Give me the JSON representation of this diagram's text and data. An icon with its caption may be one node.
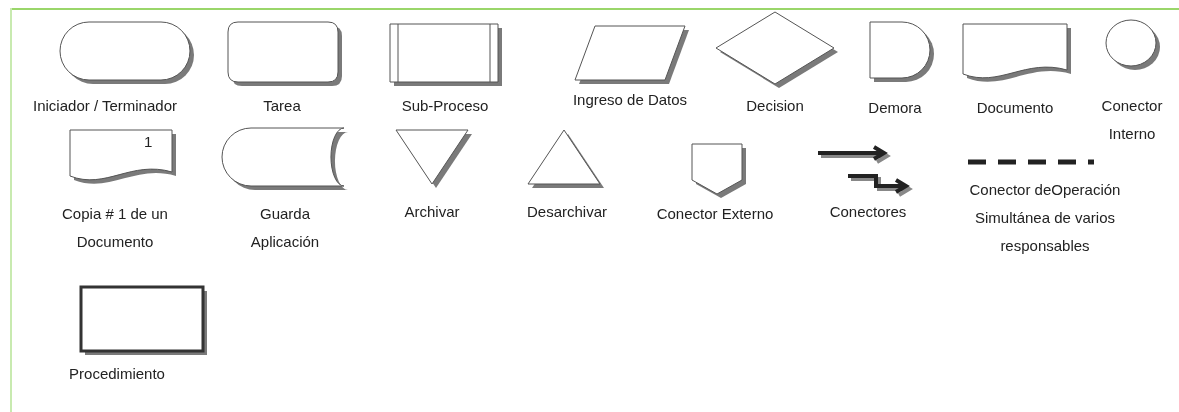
{
  "diagram": {
    "nodes": [
      {
        "text": [
          "Iniciador / Terminador"
        ]
      },
      {
        "text": [
          "Tarea"
        ]
      },
      {
        "text": [
          "Sub-Proceso"
        ]
      },
      {
        "text": [
          "Ingreso de Datos"
        ]
      },
      {
        "text": [
          "Decision"
        ]
      },
      {
        "text": [
          "Demora"
        ]
      },
      {
        "text": [
          "Documento"
        ]
      },
      {
        "text": [
          "Conector Interno"
        ]
      },
      {
        "text": [
          "1",
          "Copia # 1 de un Documento"
        ]
      },
      {
        "text": [
          "Guarda Aplicación"
        ]
      },
      {
        "text": [
          "Archivar"
        ]
      },
      {
        "text": [
          "Desarchivar"
        ]
      },
      {
        "text": [
          "Conector Externo"
        ]
      },
      {
        "text": [
          "Procedimiento"
        ]
      }
    ],
    "labels": [
      "Conectores",
      "Conector deOperación Simultánea de varios responsables"
    ]
  }
}
